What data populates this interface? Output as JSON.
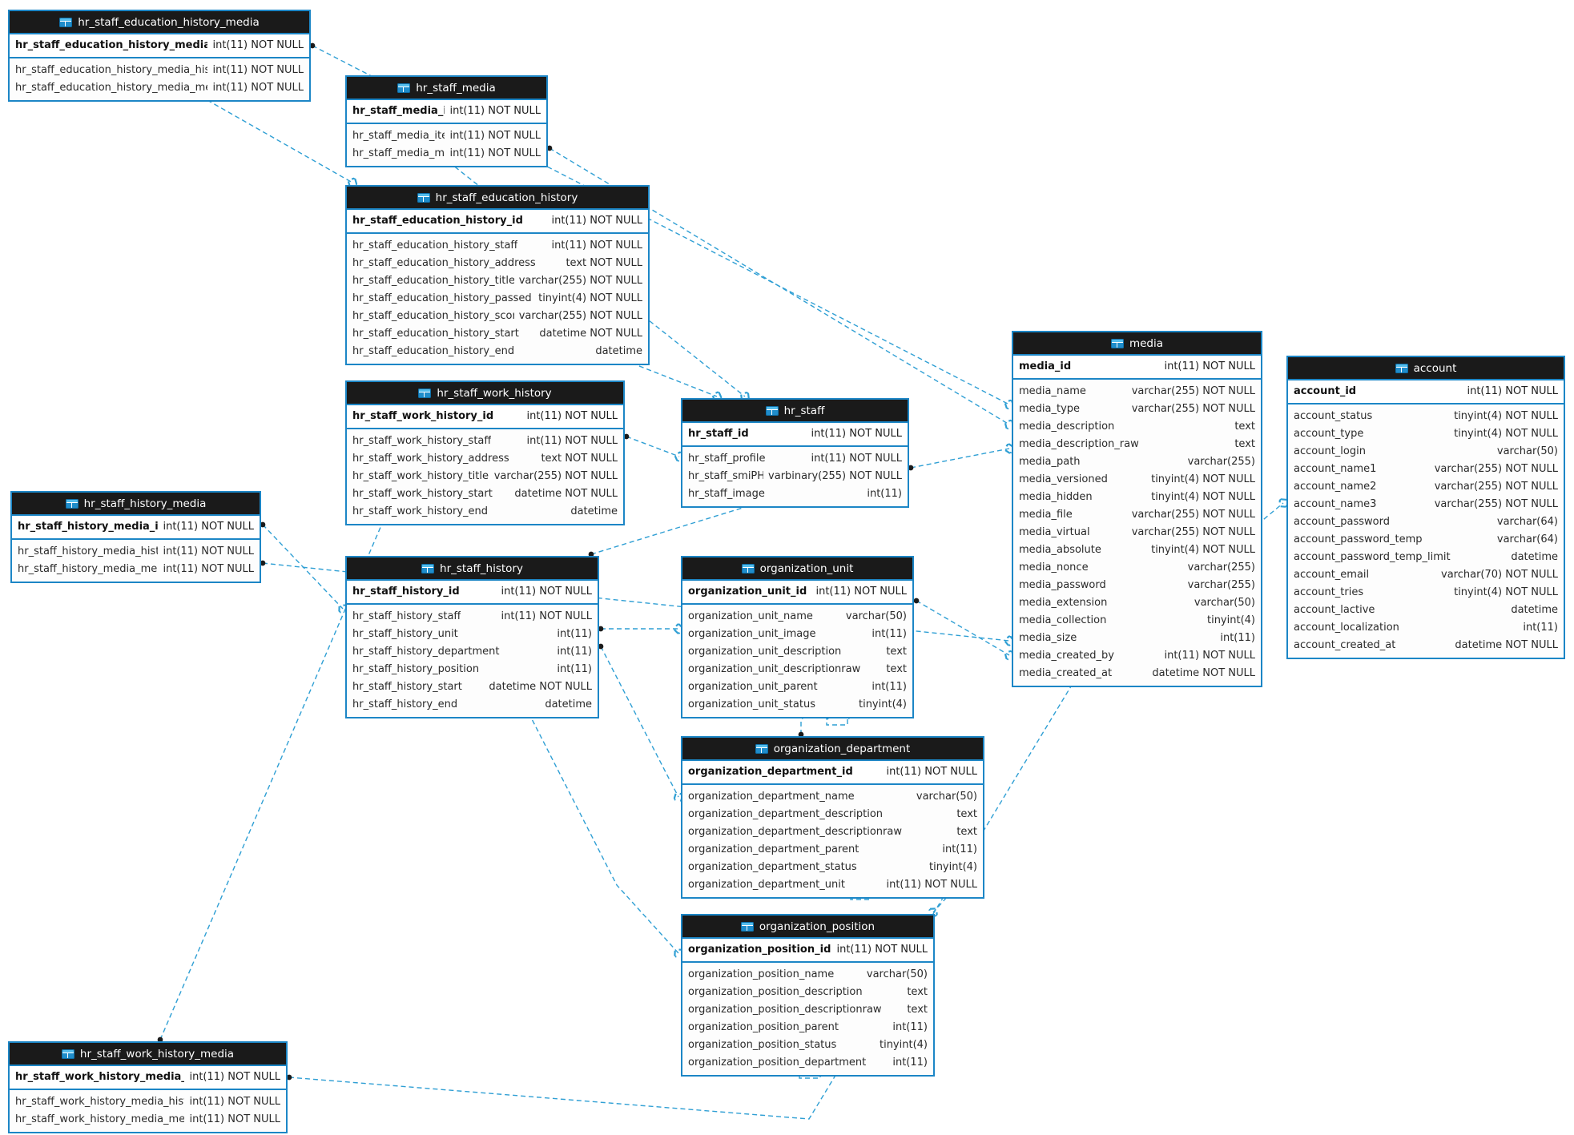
{
  "diagram": {
    "colors": {
      "canvas_bg": "#ffffff",
      "table_border": "#1c86c6",
      "table_header_bg": "#1a1a1a",
      "table_header_text": "#ffffff",
      "table_icon_blue": "#29a8e0",
      "relationship_line": "#2f9fd4"
    },
    "tables": [
      {
        "key": "hr_staff_education_history_media",
        "name": "hr_staff_education_history_media",
        "pk": [
          {
            "name": "hr_staff_education_history_media_id",
            "type": "int(11) NOT NULL"
          }
        ],
        "fields": [
          {
            "name": "hr_staff_education_history_media_history",
            "type": "int(11) NOT NULL"
          },
          {
            "name": "hr_staff_education_history_media_media",
            "type": "int(11) NOT NULL"
          }
        ]
      },
      {
        "key": "hr_staff_media",
        "name": "hr_staff_media",
        "pk": [
          {
            "name": "hr_staff_media_id",
            "type": "int(11) NOT NULL"
          }
        ],
        "fields": [
          {
            "name": "hr_staff_media_item",
            "type": "int(11) NOT NULL"
          },
          {
            "name": "hr_staff_media_media",
            "type": "int(11) NOT NULL"
          }
        ]
      },
      {
        "key": "hr_staff_education_history",
        "name": "hr_staff_education_history",
        "pk": [
          {
            "name": "hr_staff_education_history_id",
            "type": "int(11) NOT NULL"
          }
        ],
        "fields": [
          {
            "name": "hr_staff_education_history_staff",
            "type": "int(11) NOT NULL"
          },
          {
            "name": "hr_staff_education_history_address",
            "type": "text NOT NULL"
          },
          {
            "name": "hr_staff_education_history_title",
            "type": "varchar(255) NOT NULL"
          },
          {
            "name": "hr_staff_education_history_passed",
            "type": "tinyint(4) NOT NULL"
          },
          {
            "name": "hr_staff_education_history_score",
            "type": "varchar(255) NOT NULL"
          },
          {
            "name": "hr_staff_education_history_start",
            "type": "datetime NOT NULL"
          },
          {
            "name": "hr_staff_education_history_end",
            "type": "datetime"
          }
        ]
      },
      {
        "key": "hr_staff_work_history",
        "name": "hr_staff_work_history",
        "pk": [
          {
            "name": "hr_staff_work_history_id",
            "type": "int(11) NOT NULL"
          }
        ],
        "fields": [
          {
            "name": "hr_staff_work_history_staff",
            "type": "int(11) NOT NULL"
          },
          {
            "name": "hr_staff_work_history_address",
            "type": "text NOT NULL"
          },
          {
            "name": "hr_staff_work_history_title",
            "type": "varchar(255) NOT NULL"
          },
          {
            "name": "hr_staff_work_history_start",
            "type": "datetime NOT NULL"
          },
          {
            "name": "hr_staff_work_history_end",
            "type": "datetime"
          }
        ]
      },
      {
        "key": "hr_staff_history_media",
        "name": "hr_staff_history_media",
        "pk": [
          {
            "name": "hr_staff_history_media_id",
            "type": "int(11) NOT NULL"
          }
        ],
        "fields": [
          {
            "name": "hr_staff_history_media_history",
            "type": "int(11) NOT NULL"
          },
          {
            "name": "hr_staff_history_media_media",
            "type": "int(11) NOT NULL"
          }
        ]
      },
      {
        "key": "hr_staff_history",
        "name": "hr_staff_history",
        "pk": [
          {
            "name": "hr_staff_history_id",
            "type": "int(11) NOT NULL"
          }
        ],
        "fields": [
          {
            "name": "hr_staff_history_staff",
            "type": "int(11) NOT NULL"
          },
          {
            "name": "hr_staff_history_unit",
            "type": "int(11)"
          },
          {
            "name": "hr_staff_history_department",
            "type": "int(11)"
          },
          {
            "name": "hr_staff_history_position",
            "type": "int(11)"
          },
          {
            "name": "hr_staff_history_start",
            "type": "datetime NOT NULL"
          },
          {
            "name": "hr_staff_history_end",
            "type": "datetime"
          }
        ]
      },
      {
        "key": "hr_staff",
        "name": "hr_staff",
        "pk": [
          {
            "name": "hr_staff_id",
            "type": "int(11) NOT NULL"
          }
        ],
        "fields": [
          {
            "name": "hr_staff_profile",
            "type": "int(11) NOT NULL"
          },
          {
            "name": "hr_staff_smiPHash",
            "type": "varbinary(255) NOT NULL"
          },
          {
            "name": "hr_staff_image",
            "type": "int(11)"
          }
        ]
      },
      {
        "key": "organization_unit",
        "name": "organization_unit",
        "pk": [
          {
            "name": "organization_unit_id",
            "type": "int(11) NOT NULL"
          }
        ],
        "fields": [
          {
            "name": "organization_unit_name",
            "type": "varchar(50)"
          },
          {
            "name": "organization_unit_image",
            "type": "int(11)"
          },
          {
            "name": "organization_unit_description",
            "type": "text"
          },
          {
            "name": "organization_unit_descriptionraw",
            "type": "text"
          },
          {
            "name": "organization_unit_parent",
            "type": "int(11)"
          },
          {
            "name": "organization_unit_status",
            "type": "tinyint(4)"
          }
        ]
      },
      {
        "key": "organization_department",
        "name": "organization_department",
        "pk": [
          {
            "name": "organization_department_id",
            "type": "int(11) NOT NULL"
          }
        ],
        "fields": [
          {
            "name": "organization_department_name",
            "type": "varchar(50)"
          },
          {
            "name": "organization_department_description",
            "type": "text"
          },
          {
            "name": "organization_department_descriptionraw",
            "type": "text"
          },
          {
            "name": "organization_department_parent",
            "type": "int(11)"
          },
          {
            "name": "organization_department_status",
            "type": "tinyint(4)"
          },
          {
            "name": "organization_department_unit",
            "type": "int(11) NOT NULL"
          }
        ]
      },
      {
        "key": "organization_position",
        "name": "organization_position",
        "pk": [
          {
            "name": "organization_position_id",
            "type": "int(11) NOT NULL"
          }
        ],
        "fields": [
          {
            "name": "organization_position_name",
            "type": "varchar(50)"
          },
          {
            "name": "organization_position_description",
            "type": "text"
          },
          {
            "name": "organization_position_descriptionraw",
            "type": "text"
          },
          {
            "name": "organization_position_parent",
            "type": "int(11)"
          },
          {
            "name": "organization_position_status",
            "type": "tinyint(4)"
          },
          {
            "name": "organization_position_department",
            "type": "int(11)"
          }
        ]
      },
      {
        "key": "media",
        "name": "media",
        "pk": [
          {
            "name": "media_id",
            "type": "int(11) NOT NULL"
          }
        ],
        "fields": [
          {
            "name": "media_name",
            "type": "varchar(255) NOT NULL"
          },
          {
            "name": "media_type",
            "type": "varchar(255) NOT NULL"
          },
          {
            "name": "media_description",
            "type": "text"
          },
          {
            "name": "media_description_raw",
            "type": "text"
          },
          {
            "name": "media_path",
            "type": "varchar(255)"
          },
          {
            "name": "media_versioned",
            "type": "tinyint(4) NOT NULL"
          },
          {
            "name": "media_hidden",
            "type": "tinyint(4) NOT NULL"
          },
          {
            "name": "media_file",
            "type": "varchar(255) NOT NULL"
          },
          {
            "name": "media_virtual",
            "type": "varchar(255) NOT NULL"
          },
          {
            "name": "media_absolute",
            "type": "tinyint(4) NOT NULL"
          },
          {
            "name": "media_nonce",
            "type": "varchar(255)"
          },
          {
            "name": "media_password",
            "type": "varchar(255)"
          },
          {
            "name": "media_extension",
            "type": "varchar(50)"
          },
          {
            "name": "media_collection",
            "type": "tinyint(4)"
          },
          {
            "name": "media_size",
            "type": "int(11)"
          },
          {
            "name": "media_created_by",
            "type": "int(11) NOT NULL"
          },
          {
            "name": "media_created_at",
            "type": "datetime NOT NULL"
          }
        ]
      },
      {
        "key": "account",
        "name": "account",
        "pk": [
          {
            "name": "account_id",
            "type": "int(11) NOT NULL"
          }
        ],
        "fields": [
          {
            "name": "account_status",
            "type": "tinyint(4) NOT NULL"
          },
          {
            "name": "account_type",
            "type": "tinyint(4) NOT NULL"
          },
          {
            "name": "account_login",
            "type": "varchar(50)"
          },
          {
            "name": "account_name1",
            "type": "varchar(255) NOT NULL"
          },
          {
            "name": "account_name2",
            "type": "varchar(255) NOT NULL"
          },
          {
            "name": "account_name3",
            "type": "varchar(255) NOT NULL"
          },
          {
            "name": "account_password",
            "type": "varchar(64)"
          },
          {
            "name": "account_password_temp",
            "type": "varchar(64)"
          },
          {
            "name": "account_password_temp_limit",
            "type": "datetime"
          },
          {
            "name": "account_email",
            "type": "varchar(70) NOT NULL"
          },
          {
            "name": "account_tries",
            "type": "tinyint(4) NOT NULL"
          },
          {
            "name": "account_lactive",
            "type": "datetime"
          },
          {
            "name": "account_localization",
            "type": "int(11)"
          },
          {
            "name": "account_created_at",
            "type": "datetime NOT NULL"
          }
        ]
      },
      {
        "key": "hr_staff_work_history_media",
        "name": "hr_staff_work_history_media",
        "pk": [
          {
            "name": "hr_staff_work_history_media_id",
            "type": "int(11) NOT NULL"
          }
        ],
        "fields": [
          {
            "name": "hr_staff_work_history_media_history",
            "type": "int(11) NOT NULL"
          },
          {
            "name": "hr_staff_work_history_media_media",
            "type": "int(11) NOT NULL"
          }
        ]
      }
    ],
    "relationships": [
      {
        "from": "hr_staff_education_history_media.hr_staff_education_history_media_history",
        "to": "hr_staff_education_history"
      },
      {
        "from": "hr_staff_education_history_media.hr_staff_education_history_media_media",
        "to": "media"
      },
      {
        "from": "hr_staff_media.hr_staff_media_item",
        "to": "hr_staff"
      },
      {
        "from": "hr_staff_media.hr_staff_media_media",
        "to": "media"
      },
      {
        "from": "hr_staff_education_history.hr_staff_education_history_staff",
        "to": "hr_staff"
      },
      {
        "from": "hr_staff_work_history.hr_staff_work_history_staff",
        "to": "hr_staff"
      },
      {
        "from": "hr_staff_work_history_media.hr_staff_work_history_media_history",
        "to": "hr_staff_work_history"
      },
      {
        "from": "hr_staff_work_history_media.hr_staff_work_history_media_media",
        "to": "media"
      },
      {
        "from": "hr_staff_history_media.hr_staff_history_media_history",
        "to": "hr_staff_history"
      },
      {
        "from": "hr_staff_history_media.hr_staff_history_media_media",
        "to": "media"
      },
      {
        "from": "hr_staff_history.hr_staff_history_staff",
        "to": "hr_staff"
      },
      {
        "from": "hr_staff_history.hr_staff_history_unit",
        "to": "organization_unit"
      },
      {
        "from": "hr_staff_history.hr_staff_history_department",
        "to": "organization_department"
      },
      {
        "from": "hr_staff_history.hr_staff_history_position",
        "to": "organization_position"
      },
      {
        "from": "hr_staff.hr_staff_image",
        "to": "media"
      },
      {
        "from": "organization_unit.organization_unit_image",
        "to": "media"
      },
      {
        "from": "organization_unit.organization_unit_parent",
        "to": "organization_unit"
      },
      {
        "from": "organization_department.organization_department_unit",
        "to": "organization_unit"
      },
      {
        "from": "organization_department.organization_department_parent",
        "to": "organization_department"
      },
      {
        "from": "organization_position.organization_position_department",
        "to": "organization_department"
      },
      {
        "from": "organization_position.organization_position_parent",
        "to": "organization_position"
      },
      {
        "from": "media.media_created_by",
        "to": "account"
      }
    ]
  }
}
